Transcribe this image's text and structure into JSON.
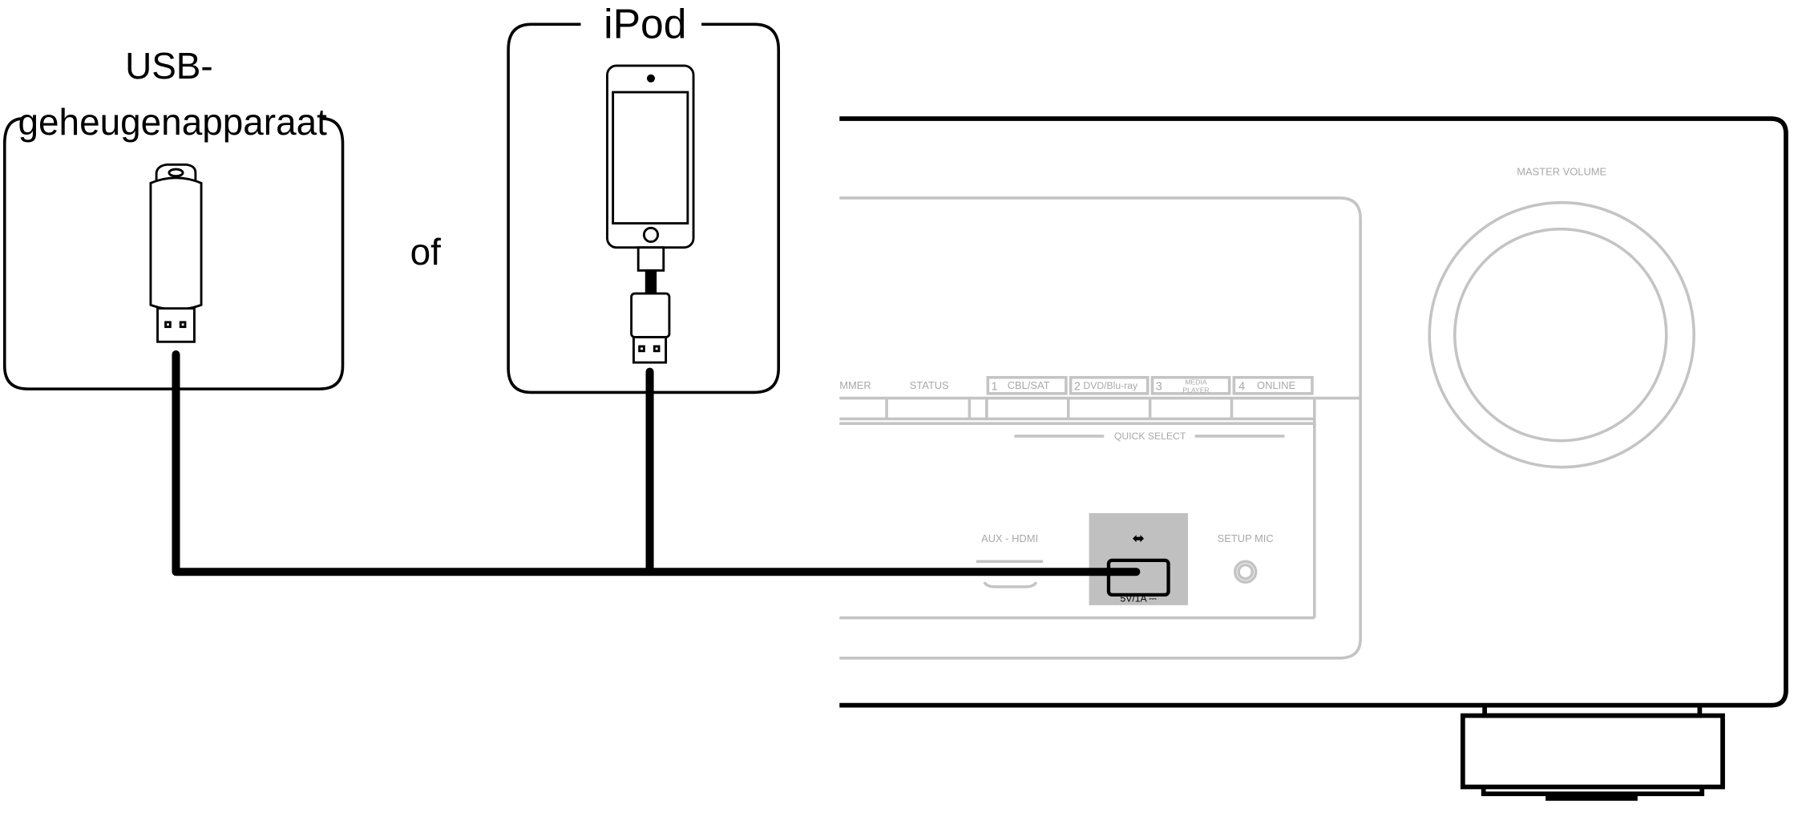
{
  "labels": {
    "usb_line1": "USB-",
    "usb_line2": "geheugenapparaat",
    "or": "of",
    "ipod": "iPod"
  },
  "receiver": {
    "master_volume": "MASTER VOLUME",
    "buttons": [
      "MMER",
      "STATUS"
    ],
    "quick_select": [
      {
        "num": "1",
        "name": "CBL/SAT"
      },
      {
        "num": "2",
        "name": "DVD/Blu-ray"
      },
      {
        "num": "3",
        "name_line1": "MEDIA",
        "name_line2": "PLAYER"
      },
      {
        "num": "4",
        "name": "ONLINE"
      }
    ],
    "quick_select_label": "QUICK SELECT",
    "aux_hdmi": "AUX - HDMI",
    "usb_rating": "5V/1A ⎓",
    "setup_mic": "SETUP MIC"
  },
  "colors": {
    "line": "#000000",
    "panel": "#c4c4c4",
    "usb_highlight": "#c0c0c0"
  }
}
